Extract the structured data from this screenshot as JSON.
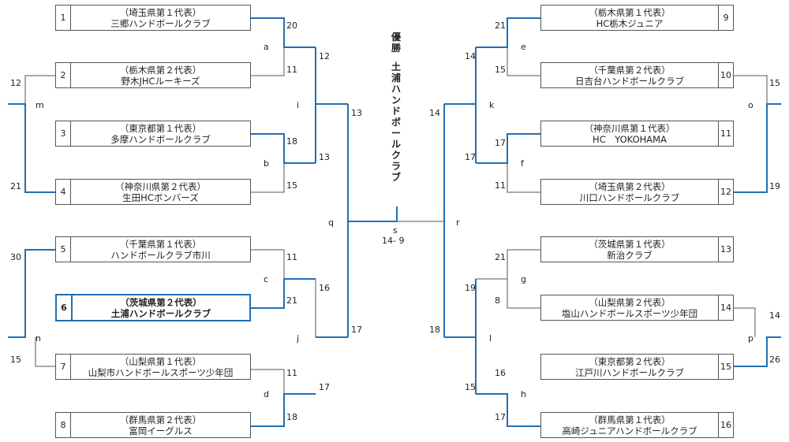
{
  "champion": {
    "heading": "優勝",
    "name": "土浦ハンドボールクラブ"
  },
  "teams": [
    {
      "num": "1",
      "pref": "（埼玉県第１代表）",
      "name": "三郷ハンドボールクラブ"
    },
    {
      "num": "2",
      "pref": "（栃木県第２代表）",
      "name": "野木JHCルーキーズ"
    },
    {
      "num": "3",
      "pref": "（東京都第１代表）",
      "name": "多摩ハンドボールクラブ"
    },
    {
      "num": "4",
      "pref": "（神奈川県第２代表）",
      "name": "生田HCボンバーズ"
    },
    {
      "num": "5",
      "pref": "（千葉県第１代表）",
      "name": "ハンドボールクラブ市川"
    },
    {
      "num": "6",
      "pref": "（茨城県第２代表）",
      "name": "土浦ハンドボールクラブ"
    },
    {
      "num": "7",
      "pref": "（山梨県第１代表）",
      "name": "山梨市ハンドボールスポーツ少年団"
    },
    {
      "num": "8",
      "pref": "（群馬県第２代表）",
      "name": "富岡イーグルス"
    },
    {
      "num": "9",
      "pref": "（栃木県第１代表）",
      "name": "HC栃木ジュニア"
    },
    {
      "num": "10",
      "pref": "（千葉県第２代表）",
      "name": "日吉台ハンドボールクラブ"
    },
    {
      "num": "11",
      "pref": "（神奈川県第１代表）",
      "name": "HC　YOKOHAMA"
    },
    {
      "num": "12",
      "pref": "（埼玉県第２代表）",
      "name": "川口ハンドボールクラブ"
    },
    {
      "num": "13",
      "pref": "（茨城県第１代表）",
      "name": "新治クラブ"
    },
    {
      "num": "14",
      "pref": "（山梨県第２代表）",
      "name": "塩山ハンドボールスポーツ少年団"
    },
    {
      "num": "15",
      "pref": "（東京都第２代表）",
      "name": "江戸川ハンドボールクラブ"
    },
    {
      "num": "16",
      "pref": "（群馬県第１代表）",
      "name": "高崎ジュニアハンドボールクラブ"
    }
  ],
  "match_labels": [
    "a",
    "b",
    "c",
    "d",
    "e",
    "f",
    "g",
    "h",
    "i",
    "j",
    "k",
    "l",
    "m",
    "n",
    "o",
    "p",
    "q",
    "r",
    "s"
  ],
  "scores": [
    "20",
    "11",
    "18",
    "15",
    "11",
    "21",
    "11",
    "18",
    "12",
    "13",
    "16",
    "17",
    "12",
    "21",
    "30",
    "15",
    "13",
    "17",
    "21",
    "15",
    "17",
    "11",
    "21",
    "8",
    "16",
    "17",
    "14",
    "17",
    "19",
    "15",
    "15",
    "19",
    "14",
    "26",
    "14",
    "18"
  ],
  "final_score": "14- 9"
}
